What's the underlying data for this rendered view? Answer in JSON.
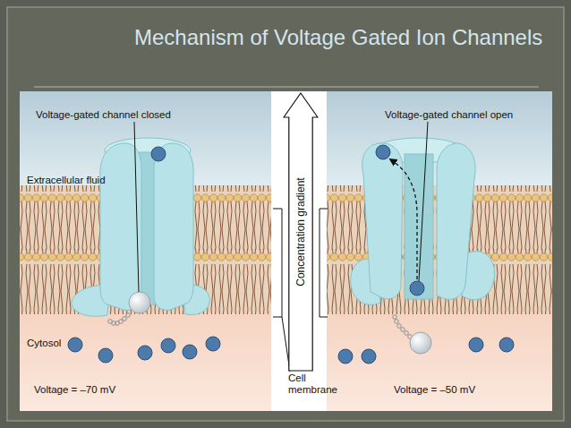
{
  "diagram": {
    "title": "Mechanism of Voltage Gated Ion Channels",
    "nodes": [
      {
        "text": [
          "Concentration gradient"
        ]
      }
    ],
    "labels": [
      "Voltage-gated channel closed",
      "Extracellular fluid",
      "Cytosol",
      "Voltage = –70 mV",
      "Cell membrane",
      "Voltage-gated channel open",
      "Voltage = –50 mV"
    ]
  }
}
